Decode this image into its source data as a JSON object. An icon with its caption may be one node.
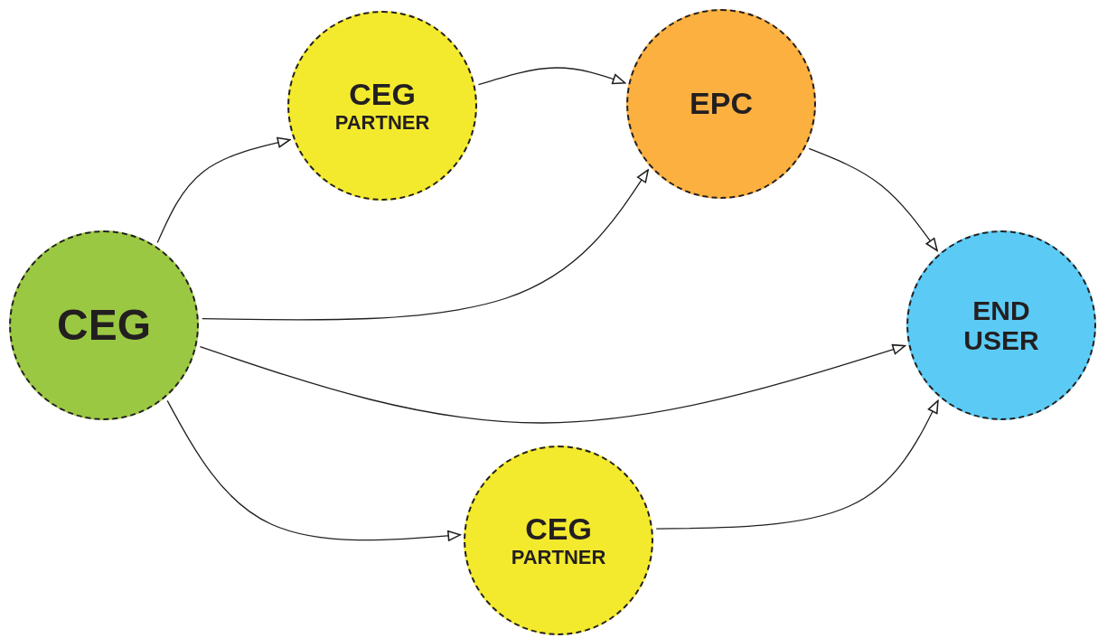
{
  "diagram": {
    "nodes": [
      {
        "text": [
          "CEG"
        ]
      },
      {
        "text": [
          "CEG",
          "PARTNER"
        ]
      },
      {
        "text": [
          "EPC"
        ]
      },
      {
        "text": [
          "END USER"
        ]
      },
      {
        "text": [
          "CEG",
          "PARTNER"
        ]
      }
    ],
    "edges": [
      {
        "from": 0,
        "to": 1,
        "arrow": "to"
      },
      {
        "from": 1,
        "to": 2,
        "arrow": "to"
      },
      {
        "from": 0,
        "to": 2,
        "arrow": "to"
      },
      {
        "from": 2,
        "to": 3,
        "arrow": "to"
      },
      {
        "from": 0,
        "to": 3,
        "arrow": "to"
      },
      {
        "from": 0,
        "to": 4,
        "arrow": "to"
      },
      {
        "from": 4,
        "to": 3,
        "arrow": "to"
      }
    ]
  }
}
